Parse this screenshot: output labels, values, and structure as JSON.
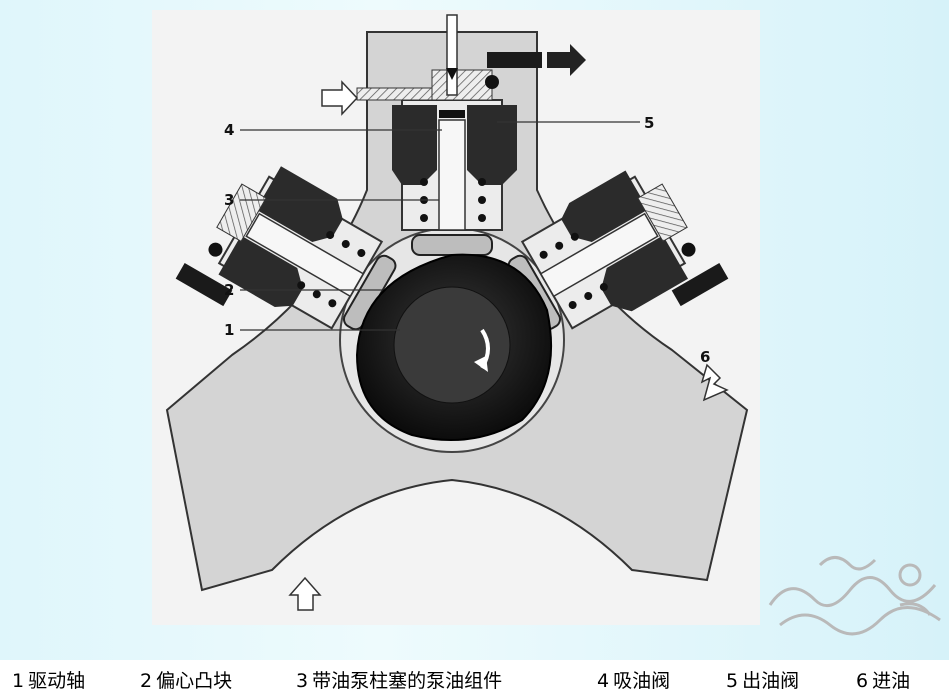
{
  "legend": [
    {
      "num": "1",
      "label": "驱动轴"
    },
    {
      "num": "2",
      "label": "偏心凸块"
    },
    {
      "num": "3",
      "label": "带油泵柱塞的泵油组件"
    },
    {
      "num": "4",
      "label": "吸油阀"
    },
    {
      "num": "5",
      "label": "出油阀"
    },
    {
      "num": "6",
      "label": "进油"
    }
  ],
  "callouts": [
    "1",
    "2",
    "3",
    "4",
    "5",
    "6"
  ],
  "colors": {
    "background": "#dff6fb",
    "housing": "#d6d6d6",
    "dark_metal": "#2a2a2a",
    "cam": "#111111"
  }
}
